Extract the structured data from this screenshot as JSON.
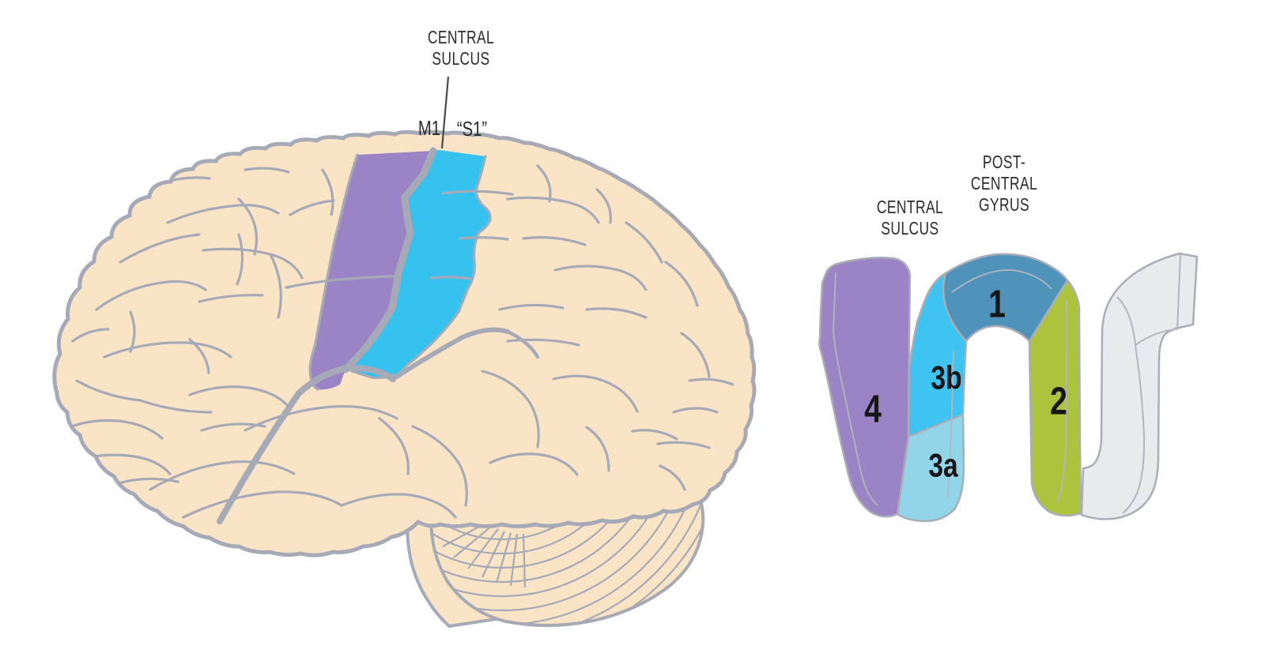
{
  "figure": {
    "brain_view": {
      "central_sulcus_label": [
        "CENTRAL",
        "SULCUS"
      ],
      "m1_label": "M1",
      "s1_label": "“S1”"
    },
    "section_view": {
      "central_sulcus_label": [
        "CENTRAL",
        "SULCUS"
      ],
      "postcentral_gyrus_label": [
        "POST-",
        "CENTRAL",
        "GYRUS"
      ],
      "areas": [
        {
          "name": "area-4",
          "label": "4",
          "color": "#9b84c5"
        },
        {
          "name": "area-3b",
          "label": "3b",
          "color": "#3fc3f0"
        },
        {
          "name": "area-3a",
          "label": "3a",
          "color": "#93d5e8"
        },
        {
          "name": "area-1",
          "label": "1",
          "color": "#4f93ba"
        },
        {
          "name": "area-2",
          "label": "2",
          "color": "#adc23d"
        },
        {
          "name": "adjacent-gyrus",
          "label": "",
          "color": "#e9eaeb"
        }
      ]
    },
    "colors": {
      "brain_fill": "#fae4c6",
      "outline_gray": "#a6aab6",
      "m1_purple": "#9b84c5",
      "s1_cyan": "#35c2ef",
      "text": "#2b2b2b",
      "background": "#ffffff"
    }
  }
}
